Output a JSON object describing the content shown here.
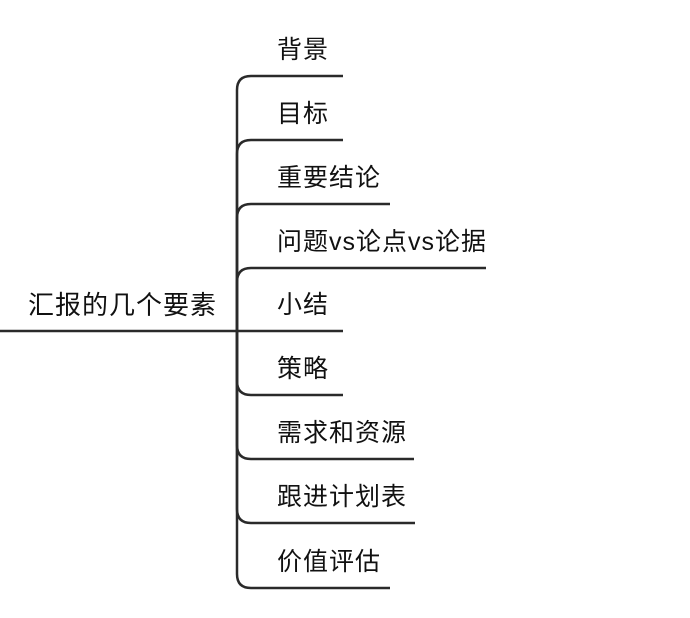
{
  "mindmap": {
    "root": {
      "label": "汇报的几个要素"
    },
    "children": [
      {
        "label": "背景"
      },
      {
        "label": "目标"
      },
      {
        "label": "重要结论"
      },
      {
        "label": "问题vs论点vs论据"
      },
      {
        "label": "小结"
      },
      {
        "label": "策略"
      },
      {
        "label": "需求和资源"
      },
      {
        "label": "跟进计划表"
      },
      {
        "label": "价值评估"
      }
    ],
    "colors": {
      "line": "#2a2a2a",
      "text": "#111111",
      "background": "#ffffff"
    }
  }
}
